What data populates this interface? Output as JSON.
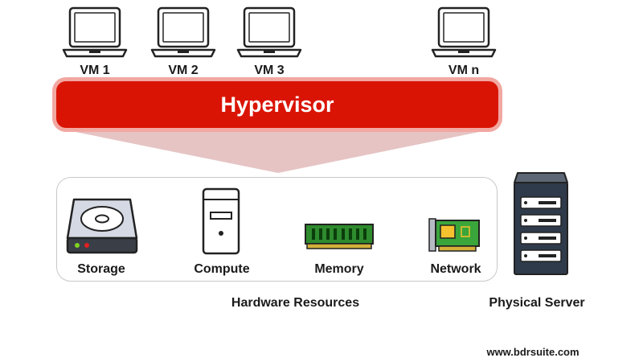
{
  "vms": [
    {
      "label": "VM 1",
      "icon": "laptop-icon"
    },
    {
      "label": "VM 2",
      "icon": "laptop-icon"
    },
    {
      "label": "VM 3",
      "icon": "laptop-icon"
    },
    {
      "label": "VM n",
      "icon": "laptop-icon"
    }
  ],
  "hypervisor": {
    "title": "Hypervisor",
    "color": "#da1404",
    "glow": "#f2a7a1"
  },
  "resources": [
    {
      "label": "Storage",
      "icon": "hard-drive-icon"
    },
    {
      "label": "Compute",
      "icon": "desktop-tower-icon"
    },
    {
      "label": "Memory",
      "icon": "ram-module-icon"
    },
    {
      "label": "Network",
      "icon": "network-card-icon"
    }
  ],
  "hardware_caption": "Hardware Resources",
  "server": {
    "caption": "Physical Server",
    "icon": "server-rack-icon"
  },
  "footer": {
    "site": "www.bdrsuite.com"
  },
  "colors": {
    "funnel": "#e6c4c4",
    "panel_border": "#c8c8c8",
    "ram_green": "#2e8b2e",
    "pcb_green": "#3aa53a",
    "server_dark": "#2f3a4a"
  }
}
